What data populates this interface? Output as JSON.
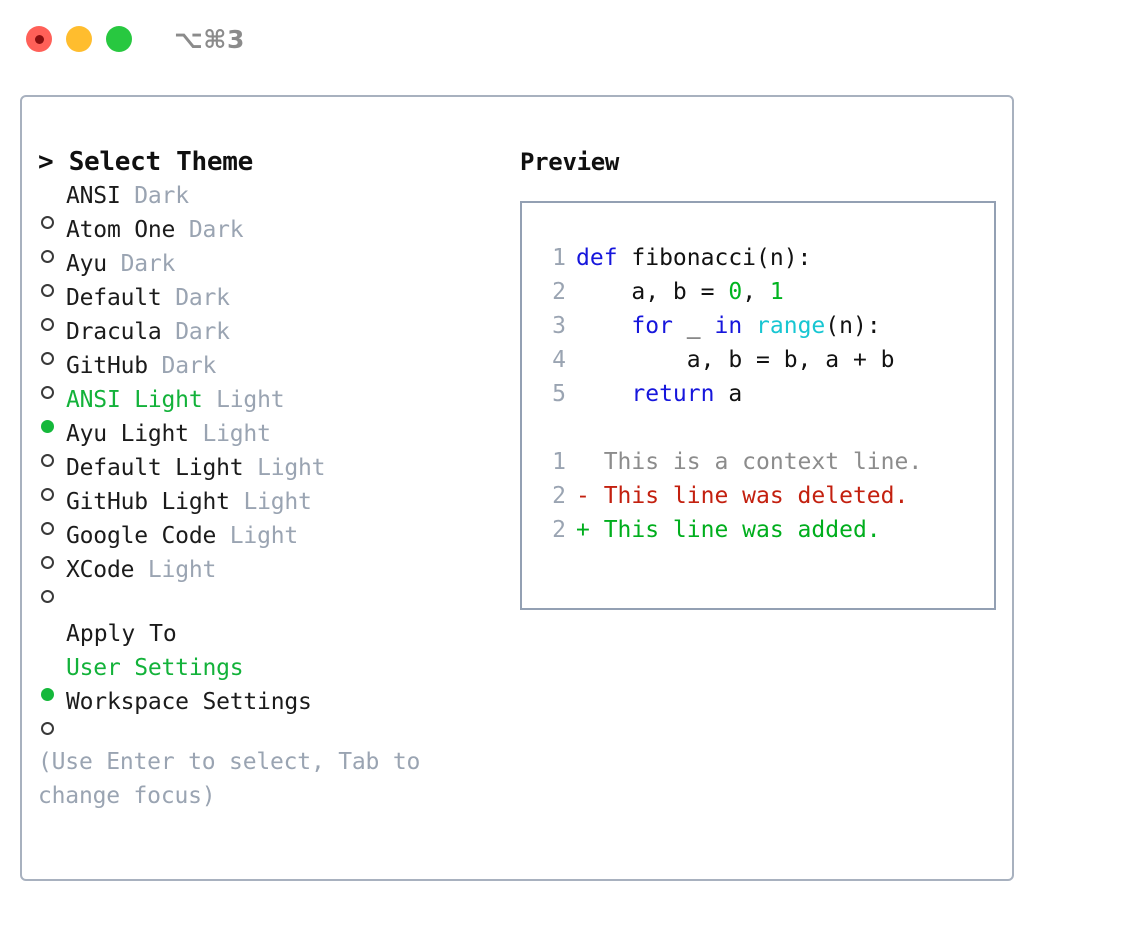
{
  "titlebar": {
    "shortcut": "⌥⌘3",
    "lights": [
      "close-red",
      "minimize-yellow",
      "maximize-green"
    ]
  },
  "theme_picker": {
    "header": "> Select Theme",
    "items": [
      {
        "marker": "hollow",
        "name": "ANSI",
        "variant": "Dark",
        "selected": false
      },
      {
        "marker": "hollow",
        "name": "Atom One",
        "variant": "Dark",
        "selected": false
      },
      {
        "marker": "hollow",
        "name": "Ayu",
        "variant": "Dark",
        "selected": false
      },
      {
        "marker": "hollow",
        "name": "Default",
        "variant": "Dark",
        "selected": false
      },
      {
        "marker": "hollow",
        "name": "Dracula",
        "variant": "Dark",
        "selected": false
      },
      {
        "marker": "hollow",
        "name": "GitHub",
        "variant": "Dark",
        "selected": false
      },
      {
        "marker": "filled",
        "name": "ANSI Light",
        "variant": "Light",
        "selected": true
      },
      {
        "marker": "hollow",
        "name": "Ayu Light",
        "variant": "Light",
        "selected": false
      },
      {
        "marker": "hollow",
        "name": "Default Light",
        "variant": "Light",
        "selected": false
      },
      {
        "marker": "hollow",
        "name": "GitHub Light",
        "variant": "Light",
        "selected": false
      },
      {
        "marker": "hollow",
        "name": "Google Code",
        "variant": "Light",
        "selected": false
      },
      {
        "marker": "hollow",
        "name": "XCode",
        "variant": "Light",
        "selected": false
      }
    ]
  },
  "apply_to": {
    "heading": "Apply To",
    "options": [
      {
        "marker": "filled",
        "label": "User Settings",
        "selected": true
      },
      {
        "marker": "hollow",
        "label": "Workspace Settings",
        "selected": false
      }
    ]
  },
  "hint": "(Use Enter to select, Tab to change focus)",
  "preview": {
    "title": "Preview",
    "code_lines": [
      {
        "number": "1",
        "tokens": [
          {
            "text": "def",
            "type": "kw"
          },
          {
            "text": " fibonacci(n):",
            "type": "id"
          }
        ]
      },
      {
        "number": "2",
        "tokens": [
          {
            "text": "    a, b = ",
            "type": "id"
          },
          {
            "text": "0",
            "type": "num"
          },
          {
            "text": ", ",
            "type": "id"
          },
          {
            "text": "1",
            "type": "num"
          }
        ]
      },
      {
        "number": "3",
        "tokens": [
          {
            "text": "    ",
            "type": "id"
          },
          {
            "text": "for",
            "type": "kw"
          },
          {
            "text": " _ ",
            "type": "id"
          },
          {
            "text": "in",
            "type": "kw"
          },
          {
            "text": " ",
            "type": "id"
          },
          {
            "text": "range",
            "type": "fn"
          },
          {
            "text": "(n):",
            "type": "id"
          }
        ]
      },
      {
        "number": "4",
        "tokens": [
          {
            "text": "        a, b = b, a + b",
            "type": "id"
          }
        ]
      },
      {
        "number": "5",
        "tokens": [
          {
            "text": "    ",
            "type": "id"
          },
          {
            "text": "return",
            "type": "kw"
          },
          {
            "text": " a",
            "type": "id"
          }
        ]
      }
    ],
    "diff_lines": [
      {
        "number": "1",
        "text": "  This is a context line.",
        "type": "ctx"
      },
      {
        "number": "2",
        "text": "- This line was deleted.",
        "type": "del"
      },
      {
        "number": "2",
        "text": "+ This line was added.",
        "type": "add"
      }
    ]
  },
  "colors": {
    "accent_green": "#13b23a",
    "keyword_blue": "#1616dc",
    "function_cyan": "#17c6d2",
    "number_green": "#00b41f",
    "diff_added": "#00ae1d",
    "diff_deleted": "#c3200f",
    "muted": "#9aa4b2",
    "border": "#a8b1bf"
  }
}
